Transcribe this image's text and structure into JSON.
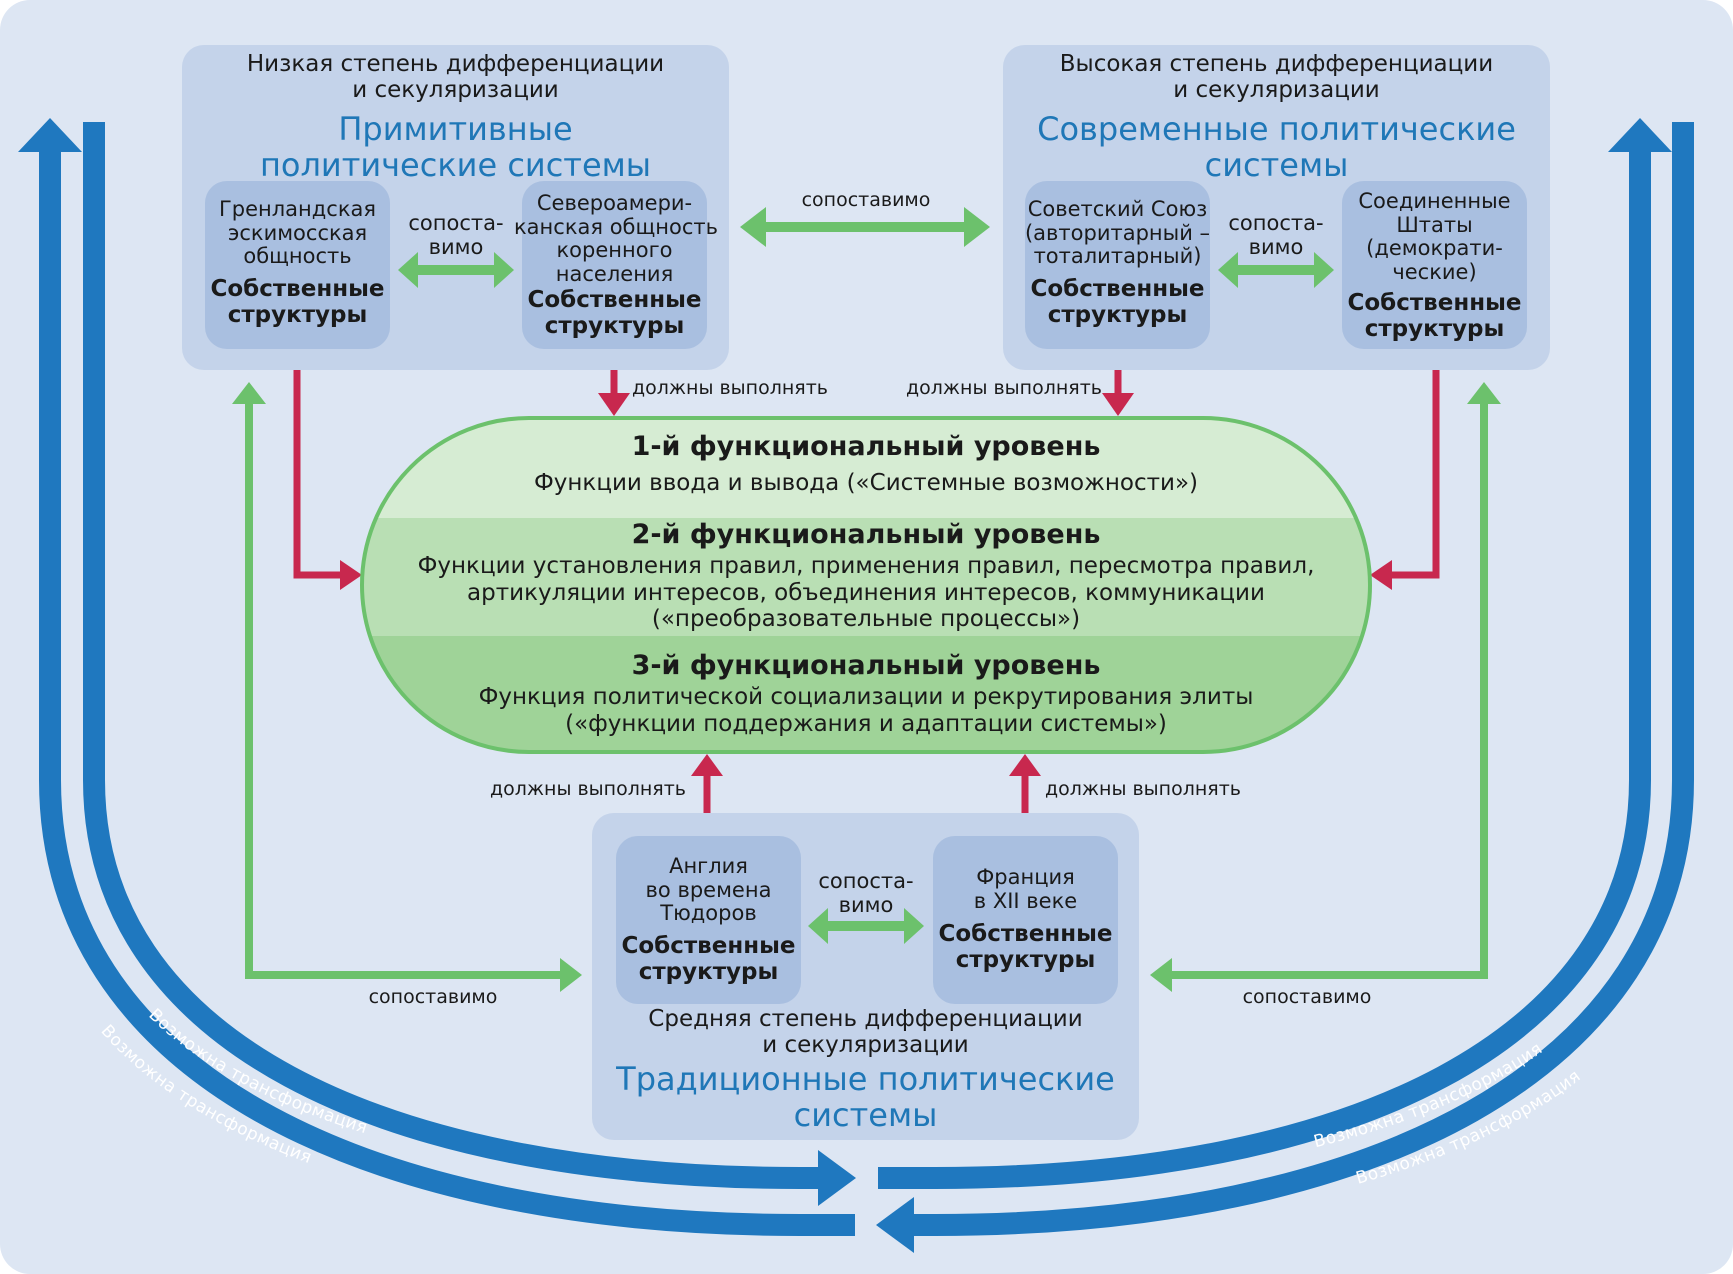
{
  "colors": {
    "background": "#dde6f3",
    "panel": "#c4d3ea",
    "inner_box": "#a9bfe0",
    "title_blue": "#1f77b7",
    "transformation_arrow": "#1f78bf",
    "comparable_arrow": "#6cc16c",
    "must_perform_arrow": "#c8284e",
    "functional_level_1": "#d6ecd3",
    "functional_level_2": "#b9dfb4",
    "functional_level_3": "#9fd398"
  },
  "primitive": {
    "degree": "Низкая степень дифференциации\nи секуляризации",
    "title": "Примитивные\nполитические системы",
    "left_box": {
      "name": "Гренландская\nэскимосская\nобщность",
      "structures": "Собственные\nструктуры"
    },
    "compare": "сопоста-\nвимо",
    "right_box": {
      "name": "Североамери-\nканская общность\nкоренного\nнаселения",
      "structures": "Собственные\nструктуры"
    }
  },
  "modern": {
    "degree": "Высокая степень дифференциации\nи секуляризации",
    "title": "Современные политические\nсистемы",
    "left_box": {
      "name": "Советский Союз\n(авторитарный –\nтоталитарный)",
      "structures": "Собственные\nструктуры"
    },
    "compare": "сопоста-\nвимо",
    "right_box": {
      "name": "Соединенные\nШтаты\n(демократи-\nческие)",
      "structures": "Собственные\nструктуры"
    }
  },
  "traditional": {
    "degree": "Средняя степень дифференциации\nи секуляризации",
    "title": "Традиционные политические\nсистемы",
    "left_box": {
      "name": "Англия\nво времена\nТюдоров",
      "structures": "Собственные\nструктуры"
    },
    "compare": "сопоста-\nвимо",
    "right_box": {
      "name": "Франция\nв XII веке",
      "structures": "Собственные\nструктуры"
    }
  },
  "arrows": {
    "top_comparable": "сопоставимо",
    "must_perform_top_left": "должны выполнять",
    "must_perform_top_right": "должны выполнять",
    "must_perform_bottom_left": "должны выполнять",
    "must_perform_bottom_right": "должны выполнять",
    "comparable_bottom_left": "сопоставимо",
    "comparable_bottom_right": "сопоставимо",
    "transformation_left_outer": "Возможна трансформация",
    "transformation_left_inner": "Возможна трансформация",
    "transformation_right_outer": "Возможна трансформация",
    "transformation_right_inner": "Возможна трансформация"
  },
  "functional_levels": {
    "level1": {
      "title": "1-й функциональный уровень",
      "text": "Функции ввода и вывода («Системные возможности»)"
    },
    "level2": {
      "title": "2-й функциональный уровень",
      "text": "Функции установления правил, применения правил, пересмотра правил,\nартикуляции интересов, объединения интересов, коммуникации\n(«преобразовательные процессы»)"
    },
    "level3": {
      "title": "3-й функциональный уровень",
      "text": "Функция политической социализации и рекрутирования элиты\n(«функции поддержания и адаптации системы»)"
    }
  }
}
